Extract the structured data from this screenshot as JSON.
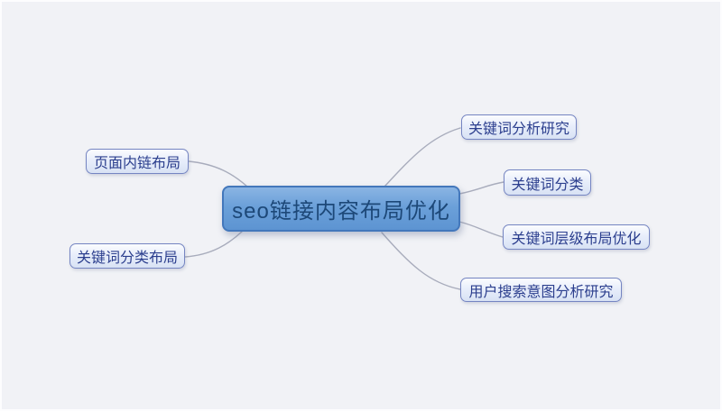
{
  "window": {
    "background_color": "#f1f2f6",
    "frame_color": "#fdfdfe"
  },
  "mindmap": {
    "connector_color": "#a8acbc",
    "root": {
      "label": "seo链接内容布局优化",
      "fill_top": "#8ab4e3",
      "fill_bottom": "#5d94d2",
      "border_color": "#4377bb",
      "text_color": "#1d4878"
    },
    "branch_style": {
      "fill_top": "#fbfcfe",
      "fill_bottom": "#d8e2f4",
      "border_color": "#7585c2",
      "text_color": "#2c3f8e"
    },
    "left_branches": [
      {
        "label": "页面内链布局"
      },
      {
        "label": "关键词分类布局"
      }
    ],
    "right_branches": [
      {
        "label": "关键词分析研究"
      },
      {
        "label": "关键词分类"
      },
      {
        "label": "关键词层级布局优化"
      },
      {
        "label": "用户搜索意图分析研究"
      }
    ]
  }
}
